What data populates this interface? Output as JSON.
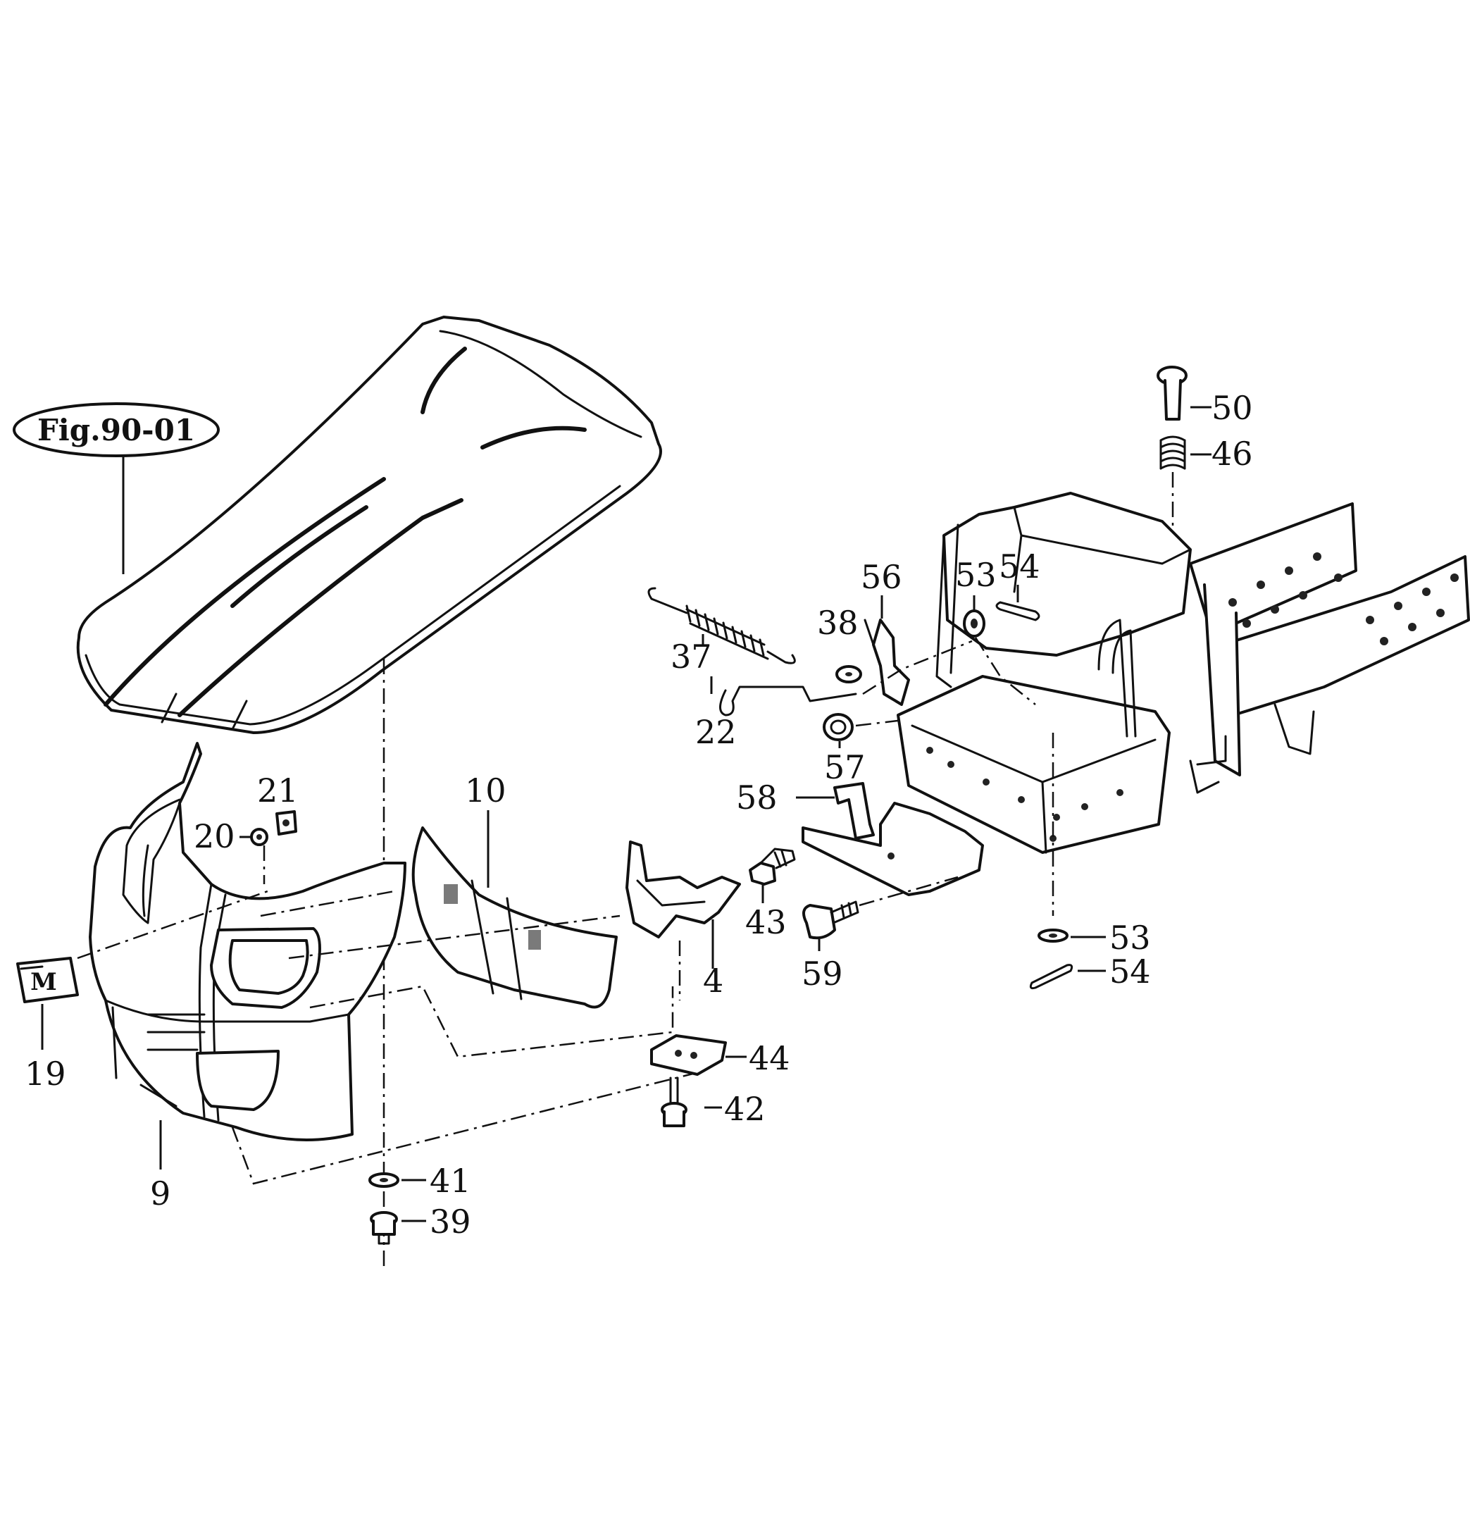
{
  "figure_reference": "Fig.90-01",
  "part_labels": [
    {
      "id": "p50",
      "text": "50"
    },
    {
      "id": "p46",
      "text": "46"
    },
    {
      "id": "p56",
      "text": "56"
    },
    {
      "id": "p53a",
      "text": "53"
    },
    {
      "id": "p54a",
      "text": "54"
    },
    {
      "id": "p38",
      "text": "38"
    },
    {
      "id": "p37",
      "text": "37"
    },
    {
      "id": "p22",
      "text": "22"
    },
    {
      "id": "p57",
      "text": "57"
    },
    {
      "id": "p58",
      "text": "58"
    },
    {
      "id": "p21",
      "text": "21"
    },
    {
      "id": "p20",
      "text": "20"
    },
    {
      "id": "p10",
      "text": "10"
    },
    {
      "id": "p43",
      "text": "43"
    },
    {
      "id": "p4",
      "text": "4"
    },
    {
      "id": "p59",
      "text": "59"
    },
    {
      "id": "p53b",
      "text": "53"
    },
    {
      "id": "p54b",
      "text": "54"
    },
    {
      "id": "p19",
      "text": "19"
    },
    {
      "id": "p44",
      "text": "44"
    },
    {
      "id": "p42",
      "text": "42"
    },
    {
      "id": "p9",
      "text": "9"
    },
    {
      "id": "p41",
      "text": "41"
    },
    {
      "id": "p39",
      "text": "39"
    }
  ],
  "emblem_letter": "M"
}
